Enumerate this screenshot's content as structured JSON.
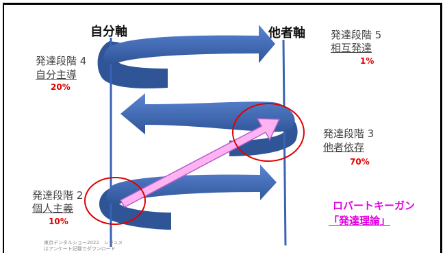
{
  "axes": {
    "self": "自分軸",
    "other": "他者軸"
  },
  "stages": [
    {
      "title": "発達段階 5",
      "name": "相互発達",
      "percent": "1%"
    },
    {
      "title": "発達段階 4",
      "name": "自分主導",
      "percent": "20%"
    },
    {
      "title": "発達段階 3",
      "name": "他者依存",
      "percent": "70%"
    },
    {
      "title": "発達段階 2",
      "name": "個人主義",
      "percent": "10%"
    }
  ],
  "theory": {
    "author": "ロバートキーガン",
    "name": "「発達理論」"
  },
  "footnote": {
    "line1": "東京デンタルショー2022　レジュメ",
    "line2": "はアンケート記載でダウンロード"
  },
  "colors": {
    "arrow_blue": "#4472c4",
    "arrow_dark": "#2f5597",
    "pink_arrow": "#ffb3f0",
    "circle_red": "#e00000",
    "percent_red": "#e00000",
    "theory_magenta": "#e000e0"
  }
}
